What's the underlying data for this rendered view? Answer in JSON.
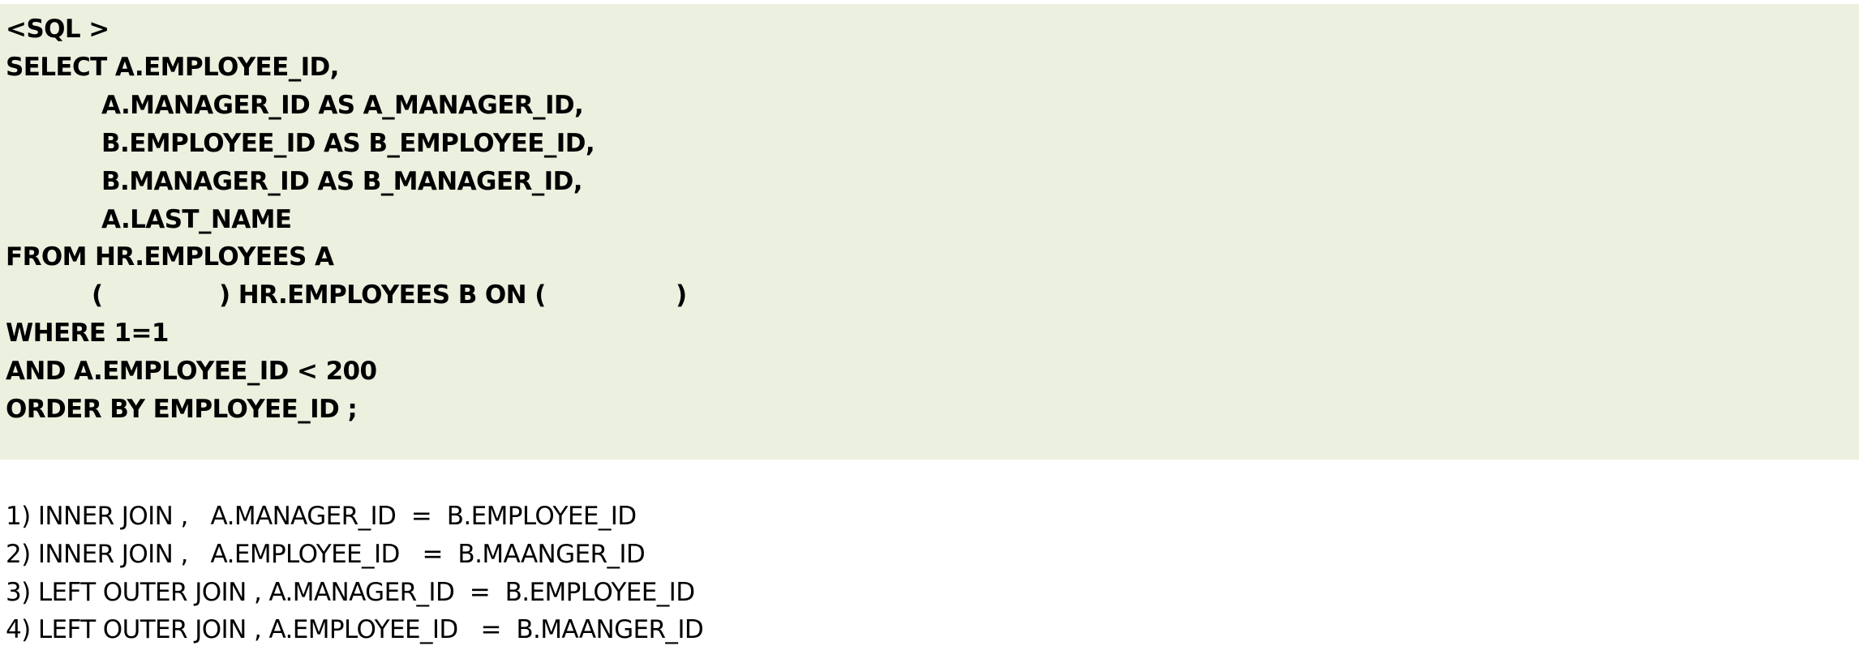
{
  "sql": {
    "header": "<SQL >",
    "lines": [
      "SELECT A.EMPLOYEE_ID,",
      "A.MANAGER_ID AS A_MANAGER_ID,",
      "B.EMPLOYEE_ID AS B_EMPLOYEE_ID,",
      "B.MANAGER_ID AS B_MANAGER_ID,",
      "A.LAST_NAME",
      "FROM HR.EMPLOYEES A"
    ],
    "join": {
      "open1": "(",
      "close1_mid": ") HR.EMPLOYEES B ON (",
      "close2": ")"
    },
    "tail": [
      "WHERE 1=1",
      "AND A.EMPLOYEE_ID < 200",
      "ORDER BY EMPLOYEE_ID ;"
    ]
  },
  "options": [
    "1) INNER JOIN ,   A.MANAGER_ID  =  B.EMPLOYEE_ID",
    "2) INNER JOIN ,   A.EMPLOYEE_ID   =  B.MAANGER_ID",
    "3) LEFT OUTER JOIN , A.MANAGER_ID  =  B.EMPLOYEE_ID",
    "4) LEFT OUTER JOIN , A.EMPLOYEE_ID   =  B.MAANGER_ID"
  ]
}
